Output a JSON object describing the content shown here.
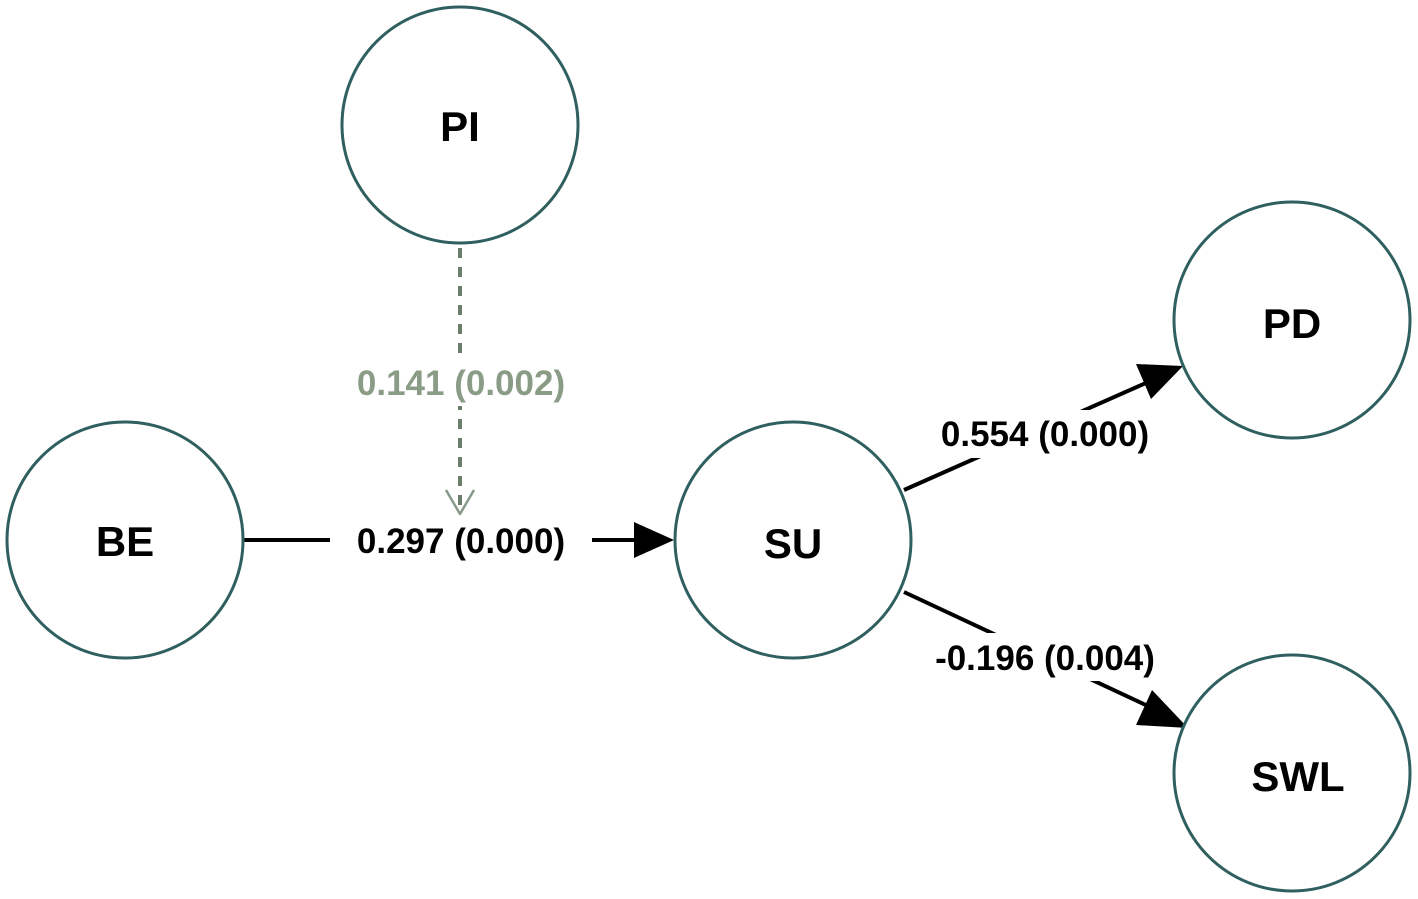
{
  "nodes": {
    "pi": "PI",
    "be": "BE",
    "su": "SU",
    "pd": "PD",
    "swl": "SWL"
  },
  "paths": {
    "pi_moderation": "0.141 (0.002)",
    "be_su": "0.297 (0.000)",
    "su_pd": "0.554 (0.000)",
    "su_swl": "-0.196 (0.004)"
  },
  "colors": {
    "node_stroke": "#2f5f5f",
    "moderation": "#8a9c86",
    "path": "#000000"
  }
}
